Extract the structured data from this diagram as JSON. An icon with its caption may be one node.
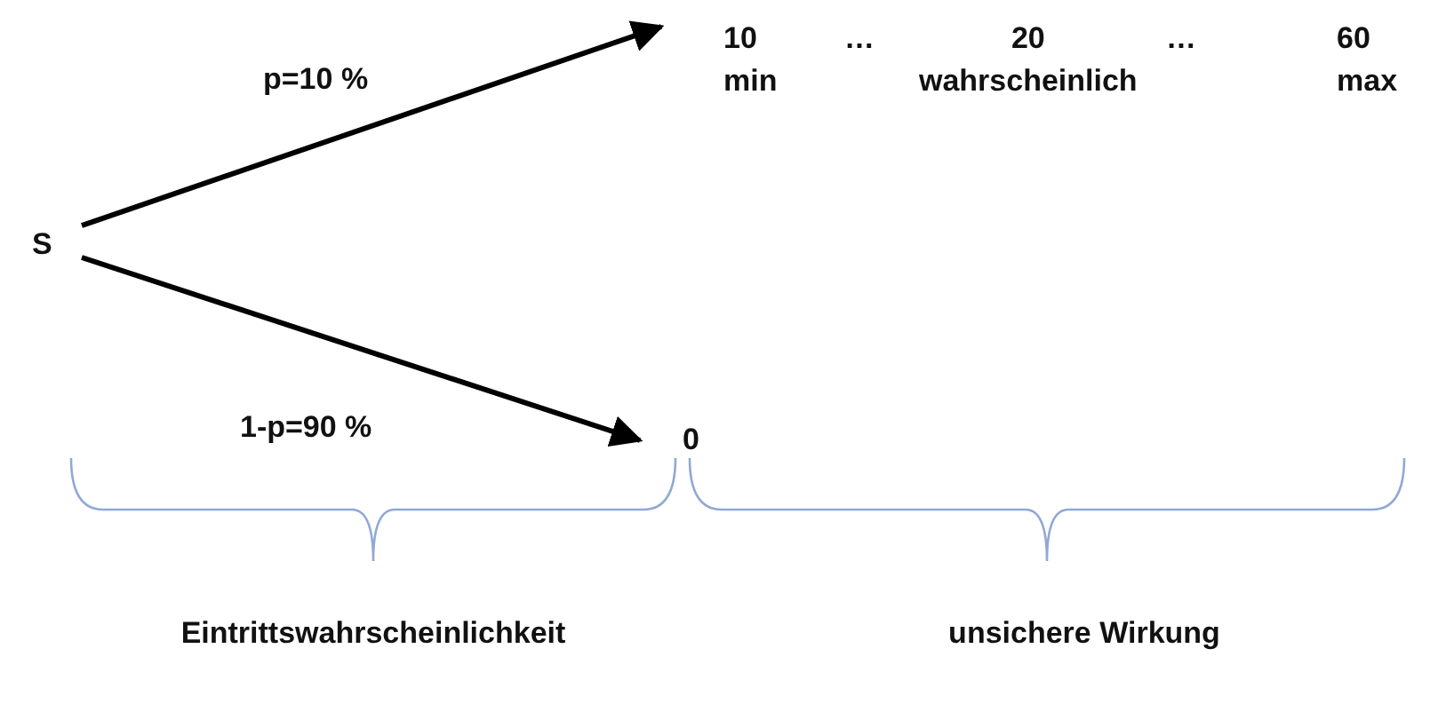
{
  "diagram": {
    "nodes": [
      {
        "text": [
          "S"
        ]
      },
      {
        "text": [
          "10 min",
          "…",
          "20 wahrscheinlich",
          "…",
          "60 max"
        ]
      },
      {
        "text": [
          "0"
        ]
      }
    ],
    "edges": [
      {
        "from": 0,
        "to": 1,
        "arrow": "to",
        "label": "p=10 %"
      },
      {
        "from": 0,
        "to": 2,
        "arrow": "to",
        "label": "1-p=90 %"
      }
    ],
    "labels": [
      "Eintrittswahrscheinlichkeit",
      "unsichere Wirkung"
    ]
  }
}
